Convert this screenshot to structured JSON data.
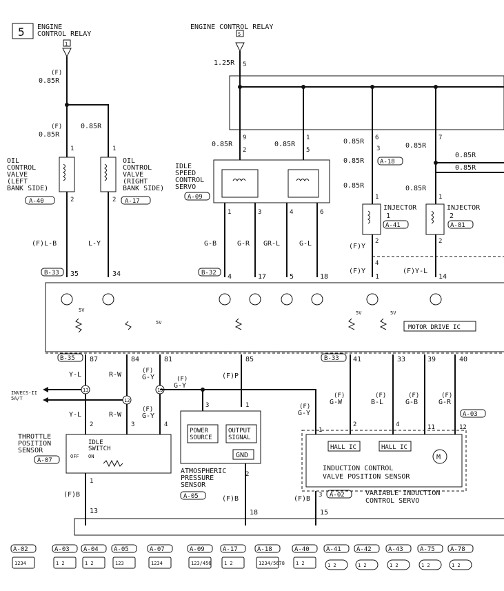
{
  "page": {
    "number": "5"
  },
  "relays": {
    "left_title": [
      "ENGINE",
      "CONTROL RELAY"
    ],
    "top_title": "ENGINE CONTROL RELAY"
  },
  "terminals": {
    "relay_left": "1",
    "relay_top": "5",
    "five": "5",
    "ocv_l_top": "1",
    "ocv_l_bot": "2",
    "ocv_r_top": "1",
    "ocv_r_bot": "2",
    "isc_9": "9",
    "isc_2": "2",
    "isc_1": "1",
    "isc_5": "5",
    "isc_p1": "1",
    "isc_p3": "3",
    "isc_p4": "4",
    "isc_p6": "6",
    "inj_6": "6",
    "inj_3": "3",
    "inj_7": "7",
    "inj1_top": "1",
    "inj1_bot": "2",
    "inj2_top": "1",
    "inj2_bot": "2",
    "inj_4": "4",
    "ecu_35": "35",
    "ecu_34": "34",
    "ecu_4": "4",
    "ecu_17": "17",
    "ecu_5": "5",
    "ecu_18": "18",
    "ecu_1": "1",
    "ecu_14": "14",
    "ecu_87": "87",
    "ecu_84": "84",
    "ecu_81": "81",
    "ecu_85": "85",
    "ecu_41": "41",
    "ecu_33": "33",
    "ecu_39": "39",
    "ecu_40": "40",
    "tps_2": "2",
    "tps_3": "3",
    "tps_4": "4",
    "tps_1": "1",
    "aps_3": "3",
    "aps_1": "1",
    "aps_2": "2",
    "srv_1": "1",
    "srv_2": "2",
    "srv_4": "4",
    "srv_11": "11",
    "srv_12": "12",
    "srv_3": "3",
    "gnd_13": "13",
    "gnd_18": "18",
    "gnd_15": "15"
  },
  "wires": {
    "f": "(F)",
    "r085": "0.85R",
    "r125": "1.25R",
    "fr085": "0.85R",
    "lb": "(F)L-B",
    "ly": "L-Y",
    "gb": "G-B",
    "gr": "G-R",
    "grl": "GR-L",
    "gl": "G-L",
    "fy": "(F)Y",
    "fyl": "(F)Y-L",
    "yl": "Y-L",
    "rw": "R-W",
    "gy": "G-Y",
    "fp": "(F)P",
    "gw": "G-W",
    "bl": "B-L",
    "gbb": "G-B",
    "grr": "G-R",
    "fb": "(F)B"
  },
  "connectors": {
    "b33": "B-33",
    "b32": "B-32",
    "b35": "B-35",
    "a40": "A-40",
    "a17": "A-17",
    "a09": "A-09",
    "a18": "A-18",
    "a41": "A-41",
    "a81": "A-81",
    "a07": "A-07",
    "a05": "A-05",
    "a02": "A-02",
    "a03": "A-03"
  },
  "components": {
    "ocv_left": [
      "OIL",
      "CONTROL",
      "VALVE",
      "(LEFT",
      "BANK SIDE)"
    ],
    "ocv_right": [
      "OIL",
      "CONTROL",
      "VALVE",
      "(RIGHT",
      "BANK SIDE)"
    ],
    "isc": [
      "IDLE",
      "SPEED",
      "CONTROL",
      "SERVO"
    ],
    "injector1": [
      "INJECTOR",
      "1"
    ],
    "injector2": [
      "INJECTOR",
      "2"
    ],
    "tps": [
      "THROTTLE",
      "POSITION",
      "SENSOR"
    ],
    "idle_switch": [
      "IDLE",
      "SWITCH"
    ],
    "off": "OFF",
    "on": "ON",
    "aps": [
      "ATMOSPHERIC",
      "PRESSURE",
      "SENSOR"
    ],
    "power_source": [
      "POWER",
      "SOURCE"
    ],
    "output_signal": [
      "OUTPUT",
      "SIGNAL"
    ],
    "gnd": "GND",
    "motor_ic": "MOTOR DRIVE IC",
    "hall1": "HALL IC",
    "hall2": "HALL IC",
    "motor": "M",
    "icv_sensor": [
      "INDUCTION CONTROL",
      "VALVE POSITION SENSOR"
    ],
    "vic_servo": [
      "VARIABLE INDUCTION",
      "CONTROL SERVO"
    ],
    "invecs": [
      "INVECS-II",
      "5A/T"
    ],
    "v5": "5V",
    "junc": [
      "13",
      "12",
      "15"
    ]
  },
  "legend": [
    {
      "id": "A-02",
      "pins": "1234"
    },
    {
      "id": "A-03",
      "pins": "1 2"
    },
    {
      "id": "A-04",
      "pins": "1 2"
    },
    {
      "id": "A-05",
      "pins": "123"
    },
    {
      "id": "A-07",
      "pins": "1234"
    },
    {
      "id": "A-09",
      "pins": "123/456"
    },
    {
      "id": "A-17",
      "pins": "1 2"
    },
    {
      "id": "A-18",
      "pins": "1234/5678"
    },
    {
      "id": "A-40",
      "pins": "1 2"
    },
    {
      "id": "A-41",
      "pins": "1 2"
    },
    {
      "id": "A-42",
      "pins": "1 2"
    },
    {
      "id": "A-43",
      "pins": "1 2"
    },
    {
      "id": "A-75",
      "pins": "1 2"
    },
    {
      "id": "A-78",
      "pins": "1 2"
    }
  ]
}
